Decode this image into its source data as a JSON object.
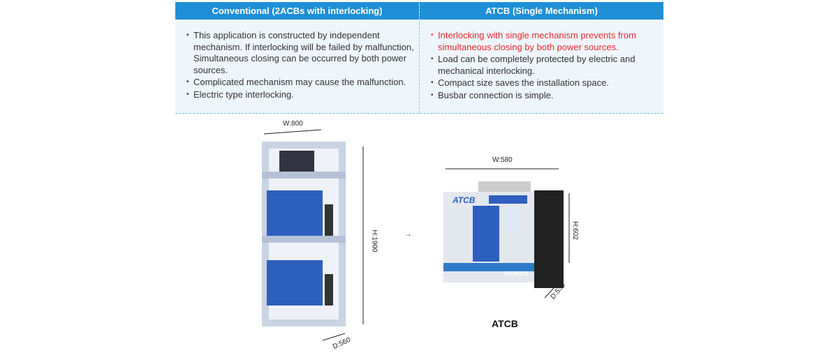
{
  "table": {
    "headers": [
      "Conventional (2ACBs with interlocking)",
      "ATCB (Single Mechanism)"
    ],
    "conventional": [
      "This application is constructed by independent mechanism. If interlocking will be failed by malfunction, Simultaneous closing can be occurred by both power sources.",
      "Complicated mechanism may cause the malfunction.",
      "Electric type interlocking."
    ],
    "atcb": [
      "Interlocking with single mechanism prevents from simultaneous closing by both power sources.",
      "Load can be completely protected by electric and mechanical interlocking.",
      "Compact size saves the installation space.",
      "Busbar connection is simple."
    ]
  },
  "conventional_dims": {
    "width": "W:800",
    "height": "H:1900",
    "depth": "D:560"
  },
  "atcb_dims": {
    "width": "W:580",
    "height": "H:602",
    "depth": "D:535"
  },
  "atcb_label": "ATCB",
  "atcb_logo": "ATCB",
  "brand": "semco",
  "arrow": "→",
  "colors": {
    "header": "#1e8fd6",
    "highlight": "#e8262b",
    "body": "#eef6fc"
  }
}
